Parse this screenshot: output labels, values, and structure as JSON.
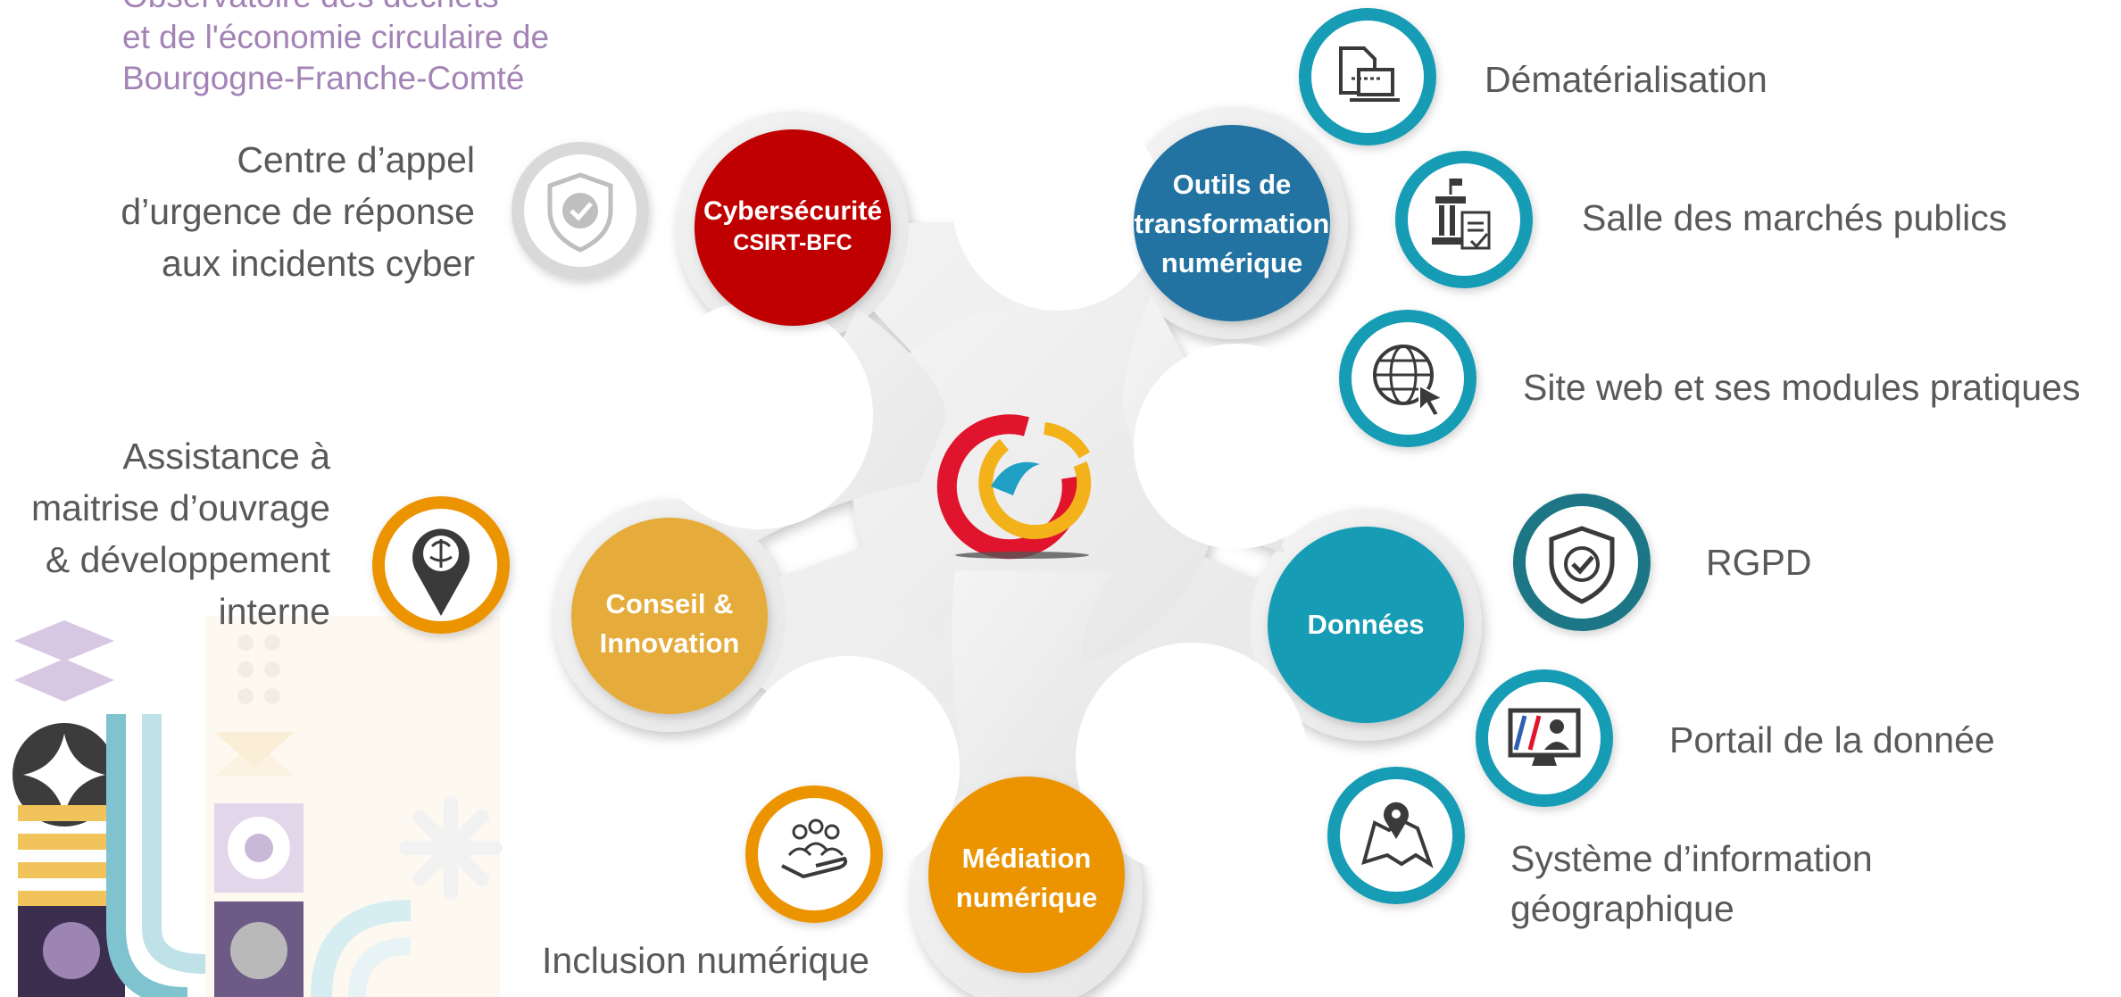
{
  "header": {
    "observatory_lines": [
      "Observatoire des déchets",
      "et de l'économie circulaire de",
      "Bourgogne-Franche-Comté"
    ]
  },
  "hubs": {
    "cyber": {
      "line1": "Cybersécurité",
      "line2": "CSIRT-BFC",
      "color": "#c00000"
    },
    "outils": {
      "line1": "Outils de",
      "line2": "transformation",
      "line3": "numérique",
      "color": "#2073a1"
    },
    "conseil": {
      "line1": "Conseil &",
      "line2": "Innovation",
      "color": "#e6ac3b"
    },
    "donnees": {
      "line1": "Données",
      "color": "#169cb4"
    },
    "mediation": {
      "line1": "Médiation",
      "line2": "numérique",
      "color": "#ec9306"
    }
  },
  "services": {
    "cyber_help": {
      "line1": "Centre d’appel",
      "line2": "d’urgence de réponse",
      "line3": "aux incidents cyber",
      "icon": "shield-check-icon"
    },
    "amo": {
      "line1": "Assistance à",
      "line2": "maitrise d’ouvrage",
      "line3": "& développement",
      "line4": "interne",
      "icon": "brain-pin-icon"
    },
    "inclusion": {
      "label": "Inclusion numérique",
      "icon": "hand-people-icon"
    },
    "demat": {
      "label": "Dématérialisation",
      "icon": "document-laptop-icon"
    },
    "marches": {
      "label": "Salle des marchés publics",
      "icon": "courthouse-document-icon"
    },
    "site": {
      "label": "Site web et ses modules pratiques",
      "icon": "globe-cursor-icon"
    },
    "rgpd": {
      "label": "RGPD",
      "icon": "shield-check-icon"
    },
    "portail": {
      "label": "Portail de la donnée",
      "icon": "monitor-user-icon"
    },
    "sig": {
      "line1": "Système d’information",
      "line2": "géographique",
      "icon": "map-pin-icon"
    }
  },
  "colors": {
    "text": "#595959",
    "teal": "#169cb4",
    "dark_teal": "#1d7685",
    "orange": "#ec9306",
    "purple": "#a383b6"
  }
}
